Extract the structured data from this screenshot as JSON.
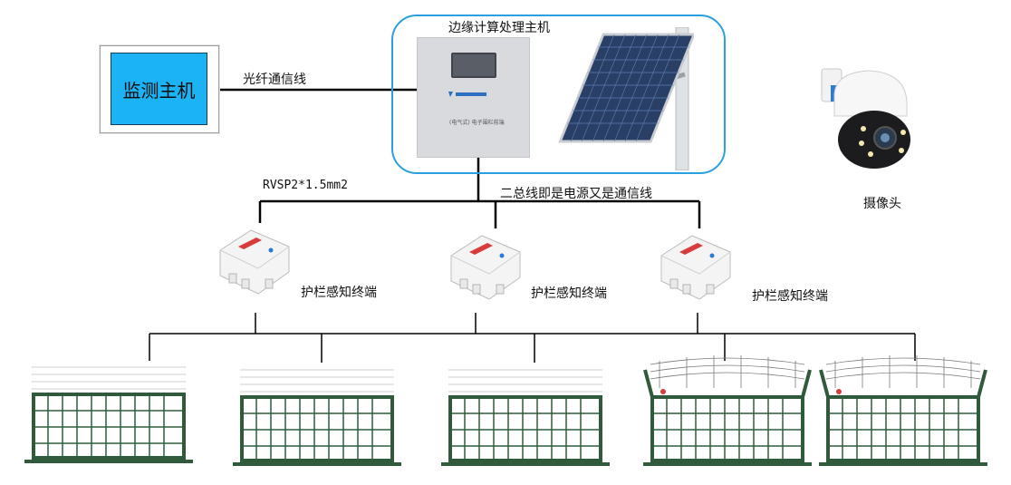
{
  "monitor_host": {
    "label": "监测主机"
  },
  "edge_host": {
    "title": "边缘计算处理主机",
    "cabinet_text": "(电气式) 电子围栏前端"
  },
  "camera": {
    "label": "摄像头"
  },
  "cables": {
    "fiber_label": "光纤通信线",
    "rvsp_label": "RVSP2*1.5mm2",
    "bus_label": "二总线即是电源又是通信线"
  },
  "sensors": [
    {
      "label": "护栏感知终端"
    },
    {
      "label": "护栏感知终端"
    },
    {
      "label": "护栏感知终端"
    }
  ],
  "fences": [
    {
      "type": "plain"
    },
    {
      "type": "plain"
    },
    {
      "type": "plain"
    },
    {
      "type": "barbed"
    },
    {
      "type": "barbed"
    }
  ],
  "colors": {
    "monitor_fill": "#1bb3f3",
    "group_border": "#2aa0e0",
    "fence_green": "#2f5a3c",
    "sensor_red": "#d93a3a",
    "wire": "#000000"
  }
}
